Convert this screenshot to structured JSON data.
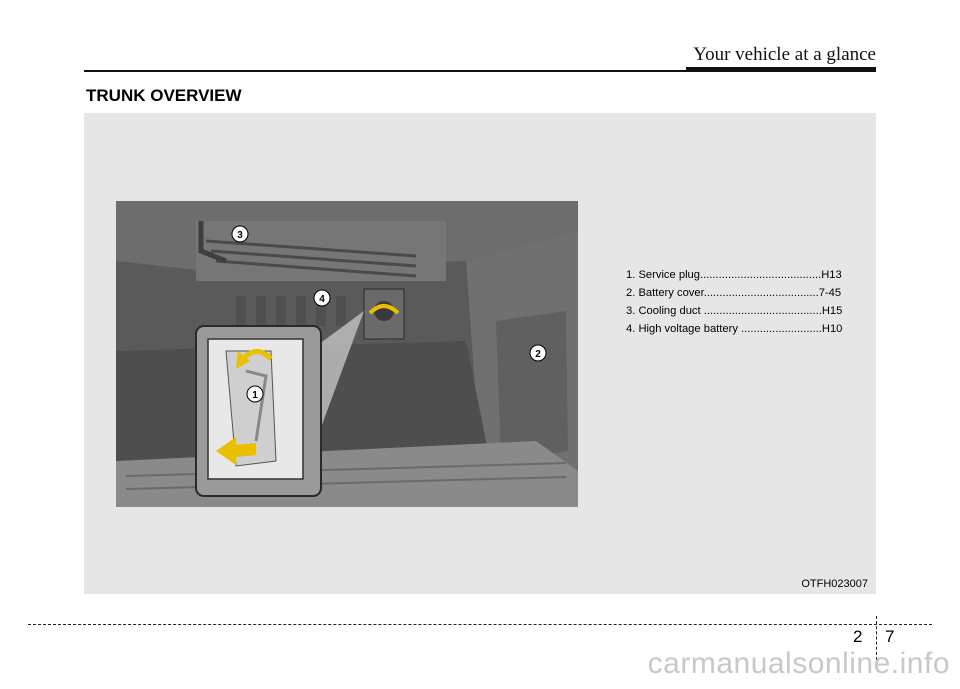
{
  "header": {
    "title": "Your vehicle at a glance"
  },
  "section": {
    "title": "TRUNK OVERVIEW"
  },
  "figure": {
    "callouts": [
      "1",
      "2",
      "3",
      "4"
    ],
    "legend": [
      "1. Service plug.......................................H13",
      "2. Battery cover.....................................7-45",
      "3. Cooling duct ......................................H15",
      "4. High voltage battery ..........................H10"
    ],
    "code": "OTFH023007"
  },
  "footer": {
    "chapter": "2",
    "page": "7"
  },
  "watermark": "carmanualsonline.info"
}
